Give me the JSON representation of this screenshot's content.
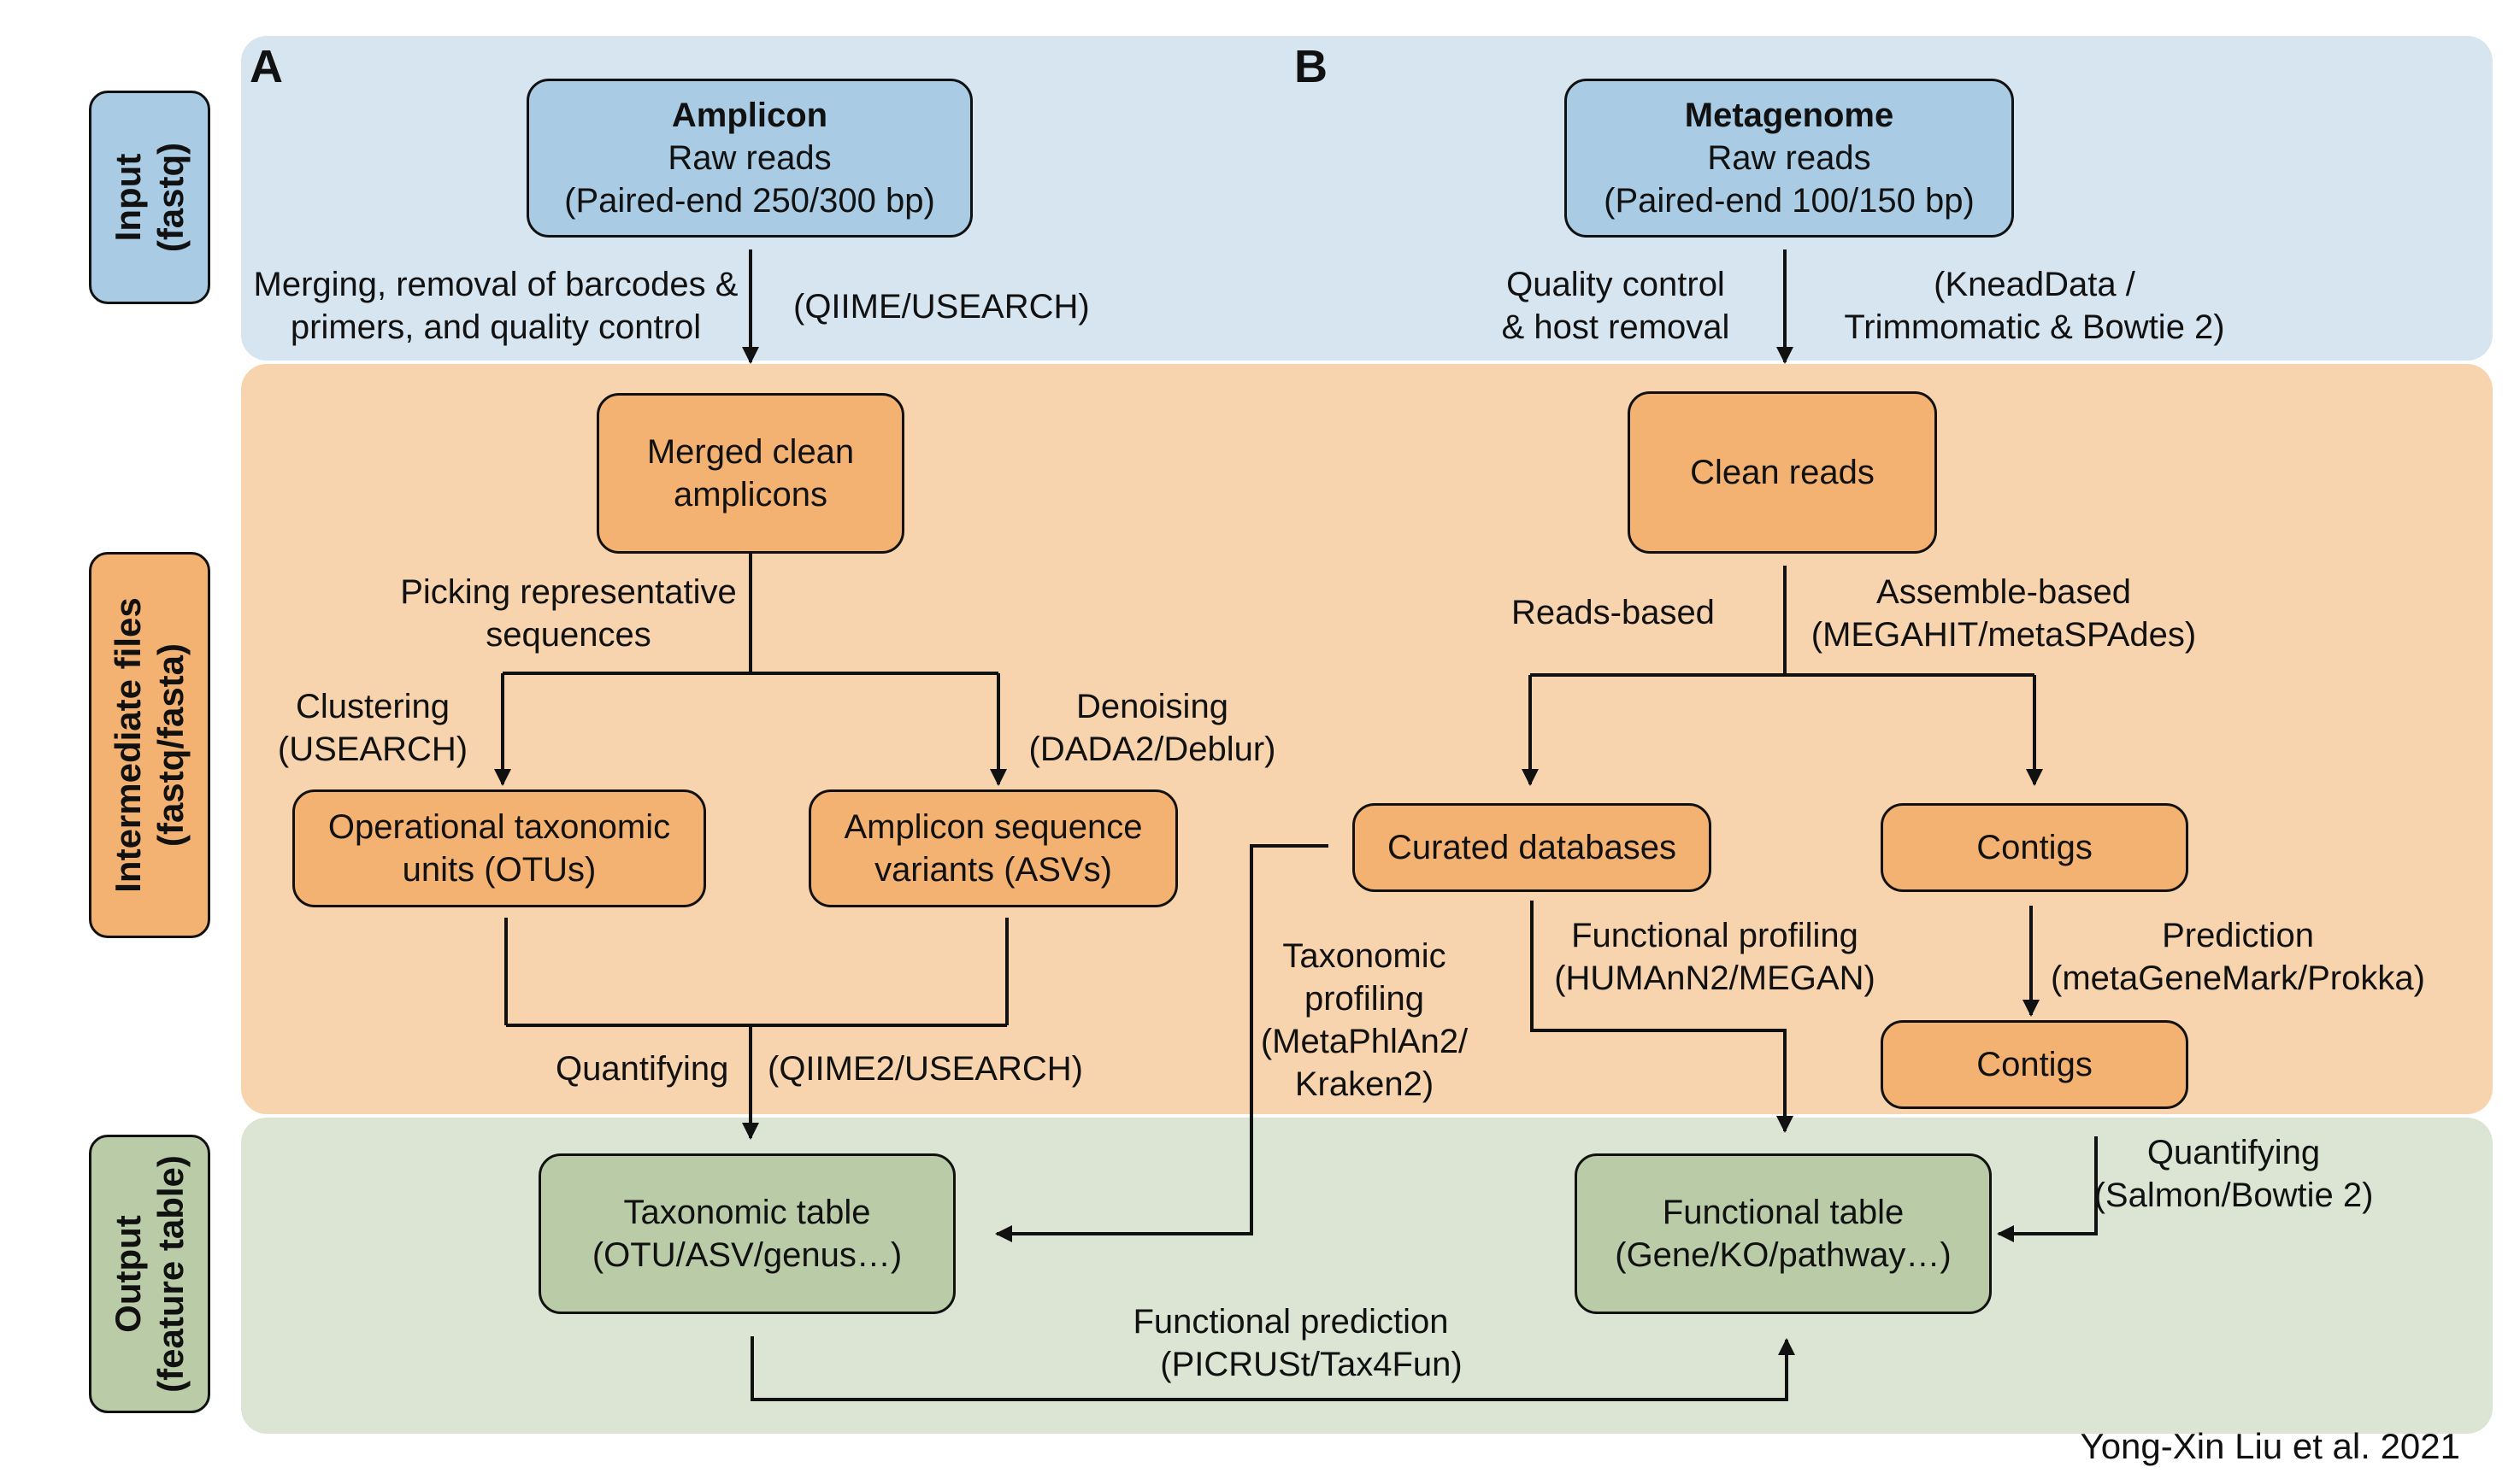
{
  "colors": {
    "input_band": "#d6e5f0",
    "intermediate_band": "#f7d4ae",
    "output_band": "#dce5d4",
    "input_box": "#a9cbe3",
    "intermediate_box": "#f3b271",
    "output_box": "#b9cba7",
    "line": "#111111"
  },
  "sections": {
    "input": {
      "line1": "Input",
      "line2": "(fastq)"
    },
    "intermediate": {
      "line1": "Intermediate files",
      "line2": "(fastq/fasta)"
    },
    "output": {
      "line1": "Output",
      "line2": "(feature table)"
    }
  },
  "panels": {
    "a": "A",
    "b": "B"
  },
  "boxes": {
    "amplicon": {
      "title": "Amplicon",
      "line1": "Raw reads",
      "line2": "(Paired-end 250/300 bp)"
    },
    "metagenome": {
      "title": "Metagenome",
      "line1": "Raw reads",
      "line2": "(Paired-end 100/150 bp)"
    },
    "merged": {
      "line1": "Merged clean",
      "line2": "amplicons"
    },
    "clean_reads": {
      "line1": "Clean reads"
    },
    "otus": {
      "line1": "Operational taxonomic",
      "line2": "units (OTUs)"
    },
    "asvs": {
      "line1": "Amplicon sequence",
      "line2": "variants (ASVs)"
    },
    "curated": {
      "line1": "Curated databases"
    },
    "contigs1": {
      "line1": "Contigs"
    },
    "contigs2": {
      "line1": "Contigs"
    },
    "tax_table": {
      "line1": "Taxonomic table",
      "line2": "(OTU/ASV/genus…)"
    },
    "func_table": {
      "line1": "Functional table",
      "line2": "(Gene/KO/pathway…)"
    }
  },
  "labels": {
    "merging": {
      "line1": "Merging, removal of barcodes &",
      "line2": "primers, and quality control"
    },
    "qiime_usearch": "(QIIME/USEARCH)",
    "quality_control": {
      "line1": "Quality control",
      "line2": "& host removal"
    },
    "kneaddata": {
      "line1": "(KneadData /",
      "line2": "Trimmomatic & Bowtie 2)"
    },
    "picking": {
      "line1": "Picking representative",
      "line2": "sequences"
    },
    "clustering": {
      "line1": "Clustering",
      "line2": "(USEARCH)"
    },
    "denoising": {
      "line1": "Denoising",
      "line2": "(DADA2/Deblur)"
    },
    "reads_based": "Reads-based",
    "assemble": {
      "line1": "Assemble-based",
      "line2": "(MEGAHIT/metaSPAdes)"
    },
    "taxonomic_profiling": {
      "line1": "Taxonomic",
      "line2": "profiling",
      "line3": "(MetaPhlAn2/",
      "line4": "Kraken2)"
    },
    "functional_profiling": {
      "line1": "Functional profiling",
      "line2": "(HUMAnN2/MEGAN)"
    },
    "prediction": {
      "line1": "Prediction",
      "line2": "(metaGeneMark/Prokka)"
    },
    "quantifying_left": "Quantifying",
    "qiime2_usearch": "(QIIME2/USEARCH)",
    "quantifying_right": {
      "line1": "Quantifying",
      "line2": "(Salmon/Bowtie 2)"
    },
    "functional_prediction": {
      "line1": "Functional prediction",
      "line2": "(PICRUSt/Tax4Fun)"
    }
  },
  "credit": "Yong-Xin Liu et al. 2021"
}
